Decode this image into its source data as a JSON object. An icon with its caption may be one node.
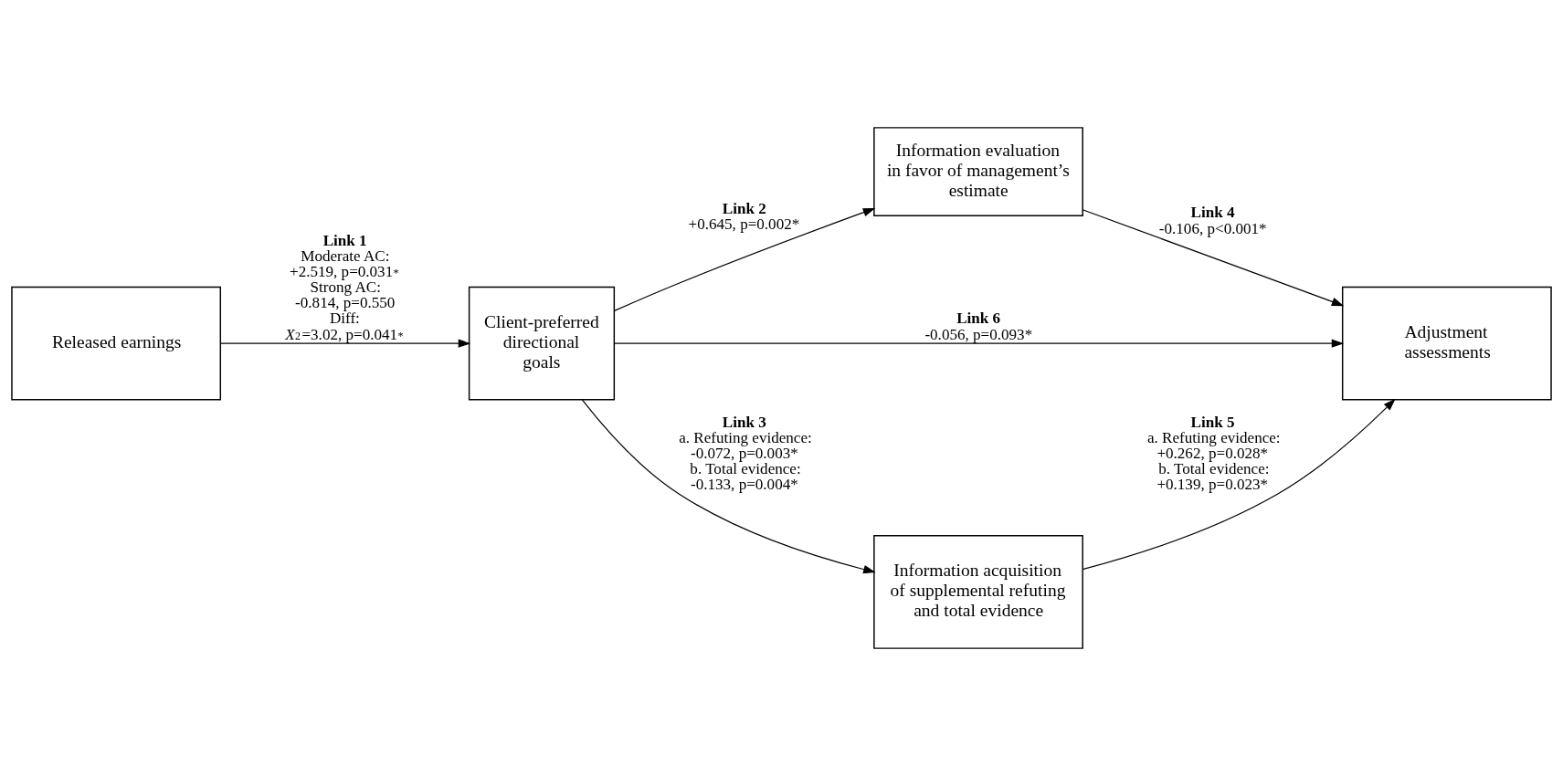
{
  "diagram": {
    "nodes": [
      {
        "text": [
          "Released earnings"
        ]
      },
      {
        "text": [
          "Client-preferred directional goals"
        ]
      },
      {
        "text": [
          "Information evaluation in favor of management’s estimate"
        ]
      },
      {
        "text": [
          "Adjustment assessments"
        ]
      },
      {
        "text": [
          "Information acquisition of supplemental refuting and total evidence"
        ]
      }
    ],
    "edges": [
      {
        "from": 0,
        "to": 1,
        "arrow": "to",
        "label": "**Link 1** Moderate AC: +2.519, p=0.031$^{*}$ Strong AC: -0.814, p=0.550 Diff: *X*$^{2}$=3.02, p=0.041$^{*}$"
      },
      {
        "from": 1,
        "to": 2,
        "arrow": "to",
        "label": "**Link 2** +0.645, p=0.002*"
      },
      {
        "from": 2,
        "to": 3,
        "arrow": "to",
        "label": "**Link 4** -0.106, p<0.001*"
      },
      {
        "from": 1,
        "to": 3,
        "arrow": "to",
        "label": "**Link 6** -0.056, p=0.093*"
      },
      {
        "from": 1,
        "to": 4,
        "arrow": "to",
        "label": "**Link 3** a. Refuting evidence: -0.072, p=0.003* b. Total evidence: -0.133, p=0.004*"
      },
      {
        "from": 4,
        "to": 3,
        "arrow": "to",
        "label": "**Link 5** a. Refuting evidence: +0.262, p=0.028* b. Total evidence: +0.139, p=0.023*"
      }
    ]
  }
}
